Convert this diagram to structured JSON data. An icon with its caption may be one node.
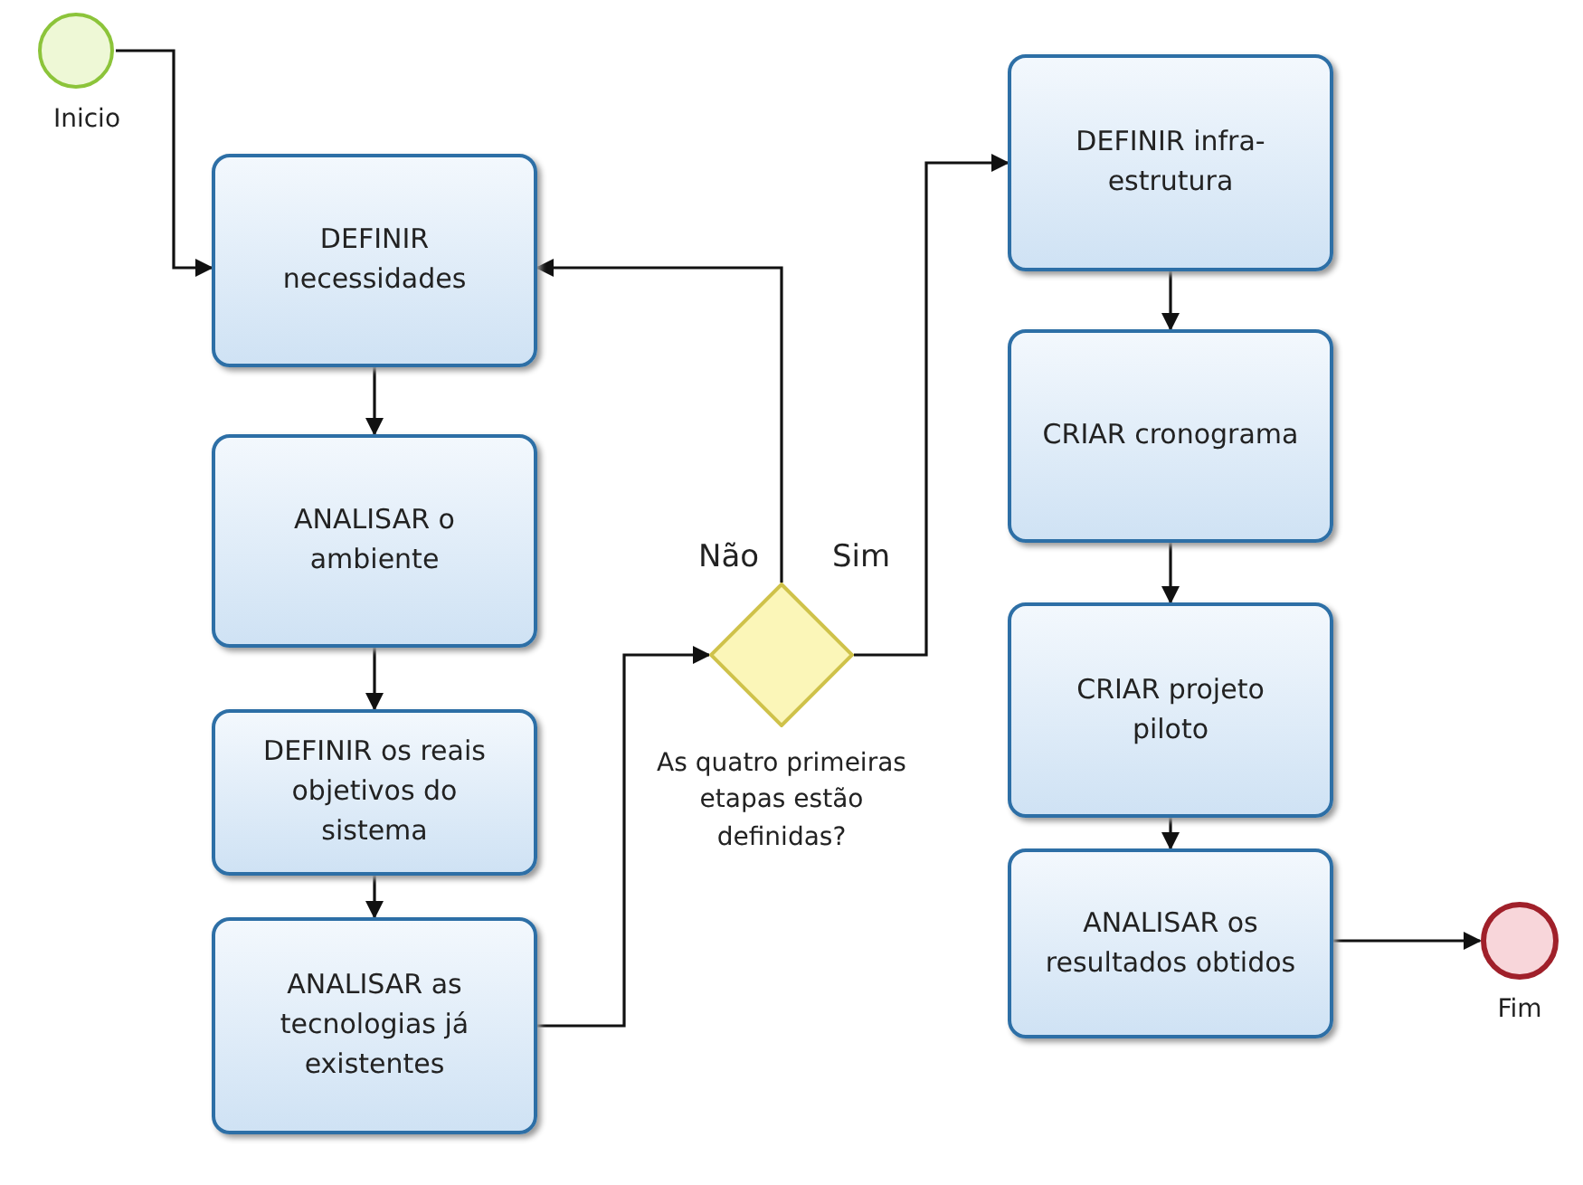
{
  "diagram": {
    "nodes": [
      {
        "text": [],
        "shape": "circle",
        "beside": [
          "Inicio"
        ]
      },
      {
        "text": [
          "DEFINIR necessidades"
        ]
      },
      {
        "text": [
          "ANALISAR o ambiente"
        ]
      },
      {
        "text": [
          "DEFINIR os reais objetivos do sistema"
        ]
      },
      {
        "text": [
          "ANALISAR as tecnologias já existentes"
        ]
      },
      {
        "text": [],
        "shape": "diamond",
        "beside": [
          "As quatro primeiras etapas estão definidas?"
        ]
      },
      {
        "text": [
          "DEFINIR infra-estrutura"
        ]
      },
      {
        "text": [
          "CRIAR cronograma"
        ]
      },
      {
        "text": [
          "CRIAR projeto piloto"
        ]
      },
      {
        "text": [
          "ANALISAR os resultados obtidos"
        ]
      },
      {
        "text": [],
        "shape": "circle",
        "beside": [
          "Fim"
        ]
      }
    ],
    "edges": [
      {
        "from": 0,
        "to": 1,
        "arrow": "to"
      },
      {
        "from": 1,
        "to": 2,
        "arrow": "to"
      },
      {
        "from": 2,
        "to": 3,
        "arrow": "to"
      },
      {
        "from": 3,
        "to": 4,
        "arrow": "to"
      },
      {
        "from": 4,
        "to": 5,
        "arrow": "to"
      },
      {
        "from": 5,
        "to": 1,
        "arrow": "to",
        "label": "Não"
      },
      {
        "from": 5,
        "to": 6,
        "arrow": "to",
        "label": "Sim"
      },
      {
        "from": 6,
        "to": 7,
        "arrow": "to"
      },
      {
        "from": 7,
        "to": 8,
        "arrow": "to"
      },
      {
        "from": 8,
        "to": 9,
        "arrow": "to"
      },
      {
        "from": 9,
        "to": 10,
        "arrow": "to"
      }
    ]
  }
}
